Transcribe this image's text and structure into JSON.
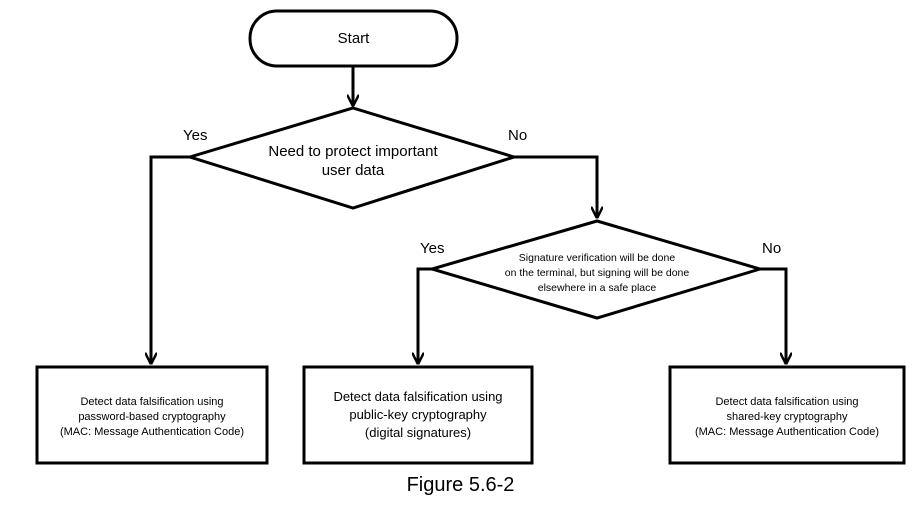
{
  "start": {
    "label": "Start"
  },
  "decision1": {
    "line1": "Need to protect important",
    "line2": "user data",
    "yes": "Yes",
    "no": "No"
  },
  "decision2": {
    "line1": "Signature verification will be done",
    "line2": "on the terminal, but signing will be done",
    "line3": "elsewhere in a safe place",
    "yes": "Yes",
    "no": "No"
  },
  "outcome_left": {
    "line1": "Detect data falsification using",
    "line2": "password-based cryptography",
    "line3": "(MAC: Message Authentication Code)"
  },
  "outcome_middle": {
    "line1": "Detect data falsification using",
    "line2": "public-key cryptography",
    "line3": "(digital signatures)"
  },
  "outcome_right": {
    "line1": "Detect data falsification using",
    "line2": "shared-key cryptography",
    "line3": "(MAC: Message Authentication Code)"
  },
  "caption": "Figure 5.6-2"
}
